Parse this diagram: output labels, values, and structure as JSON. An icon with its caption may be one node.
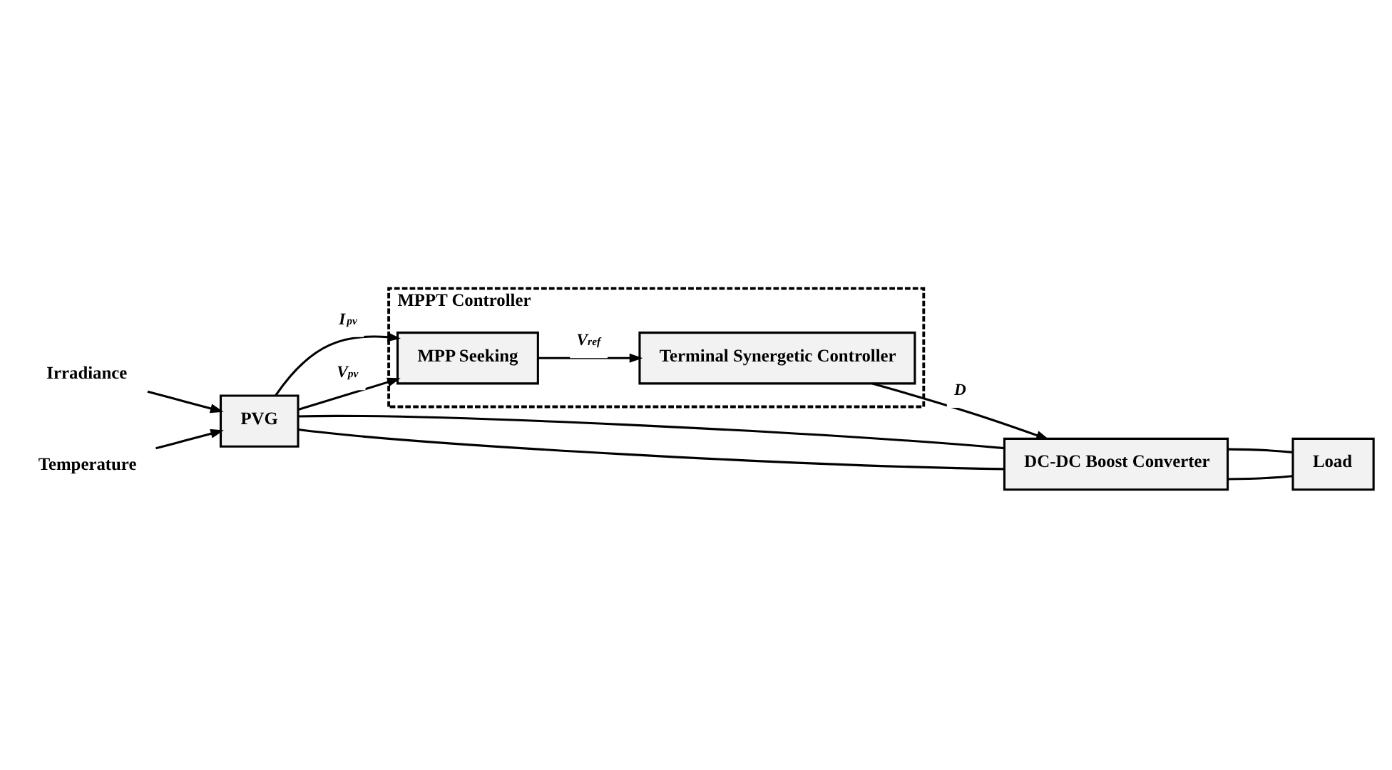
{
  "diagram": {
    "nodes": [
      {
        "text": [
          "Irradiance"
        ]
      },
      {
        "text": [
          "Temperature"
        ]
      },
      {
        "text": [
          "PVG"
        ]
      },
      {
        "text": [
          "DC-DC Boost Converter"
        ]
      },
      {
        "text": [
          "Load"
        ]
      },
      {
        "text": [
          "MPPT Controller"
        ]
      },
      {
        "text": [
          "MPP Seeking"
        ],
        "in": 5
      },
      {
        "text": [
          "Terminal Synergetic Controller"
        ],
        "in": 5
      }
    ],
    "edges": [
      {
        "from": 0,
        "to": 2,
        "arrow": "to"
      },
      {
        "from": 1,
        "to": 2,
        "arrow": "to"
      },
      {
        "from": 2,
        "to": 3,
        "arrow": "none"
      },
      {
        "from": 2,
        "to": 3,
        "arrow": "none"
      },
      {
        "from": 3,
        "to": 4,
        "arrow": "none"
      },
      {
        "from": 3,
        "to": 4,
        "arrow": "none"
      },
      {
        "from": 2,
        "to": 6,
        "arrow": "to",
        "label": "I$_{pv}$"
      },
      {
        "from": 2,
        "to": 6,
        "arrow": "to",
        "label": "V$_{pv}$"
      },
      {
        "from": 6,
        "to": 7,
        "arrow": "to",
        "label": "V$_{ref}$"
      },
      {
        "from": 7,
        "to": 3,
        "arrow": "to",
        "label": "D"
      }
    ]
  }
}
